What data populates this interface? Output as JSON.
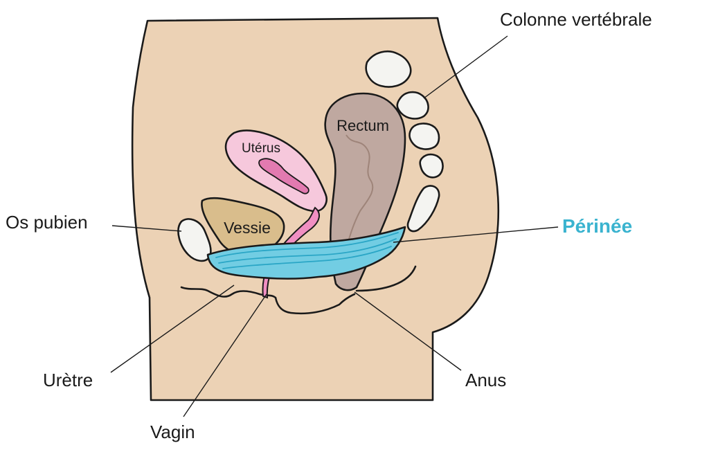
{
  "labels": {
    "spine": "Colonne vertébrale",
    "pubic_bone": "Os pubien",
    "perineum": "Périnée",
    "urethra": "Urètre",
    "vagina": "Vagin",
    "anus": "Anus"
  },
  "organs": {
    "rectum": "Rectum",
    "uterus": "Utérus",
    "bladder": "Vessie"
  },
  "colors": {
    "skin": "#ecd2b5",
    "perineum_accent": "#3ab3cf",
    "perineum_fill": "#72cde3",
    "rectum": "#bfa8a0",
    "uterus": "#f6c8dc",
    "bladder": "#d9bd8c",
    "bone": "#f4f4f1"
  }
}
